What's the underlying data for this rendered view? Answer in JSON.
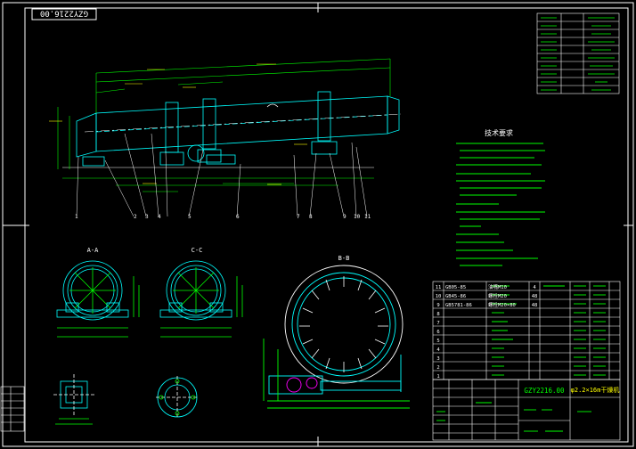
{
  "drawing": {
    "code_stamp": "GZY2216.00",
    "title_code": "GZY2216.00",
    "title_name": "φ2.2×16m干燥机",
    "section_aa": "A-A",
    "section_cc": "C-C",
    "section_bb": "B-B",
    "tech_title": "技术要求",
    "parts_rows": [
      {
        "no": "11",
        "code": "GB05-85",
        "name": "油嘴M10",
        "qty": "4",
        "mat": "",
        "w1": "",
        "w2": ""
      },
      {
        "no": "10",
        "code": "GB45-86",
        "name": "螺栓M20",
        "qty": "48",
        "mat": "",
        "w1": "",
        "w2": ""
      },
      {
        "no": "9",
        "code": "GB5781-86",
        "name": "螺栓M20×80",
        "qty": "48",
        "mat": "",
        "w1": "",
        "w2": ""
      },
      {
        "no": "8",
        "code": "",
        "name": "",
        "qty": "",
        "mat": "",
        "w1": "",
        "w2": ""
      },
      {
        "no": "7",
        "code": "",
        "name": "",
        "qty": "",
        "mat": "",
        "w1": "",
        "w2": ""
      },
      {
        "no": "6",
        "code": "",
        "name": "",
        "qty": "",
        "mat": "",
        "w1": "",
        "w2": ""
      },
      {
        "no": "5",
        "code": "",
        "name": "",
        "qty": "",
        "mat": "",
        "w1": "",
        "w2": ""
      },
      {
        "no": "4",
        "code": "",
        "name": "",
        "qty": "",
        "mat": "",
        "w1": "",
        "w2": ""
      },
      {
        "no": "3",
        "code": "",
        "name": "",
        "qty": "",
        "mat": "",
        "w1": "",
        "w2": ""
      },
      {
        "no": "2",
        "code": "",
        "name": "",
        "qty": "",
        "mat": "",
        "w1": "",
        "w2": ""
      },
      {
        "no": "1",
        "code": "",
        "name": "",
        "qty": "",
        "mat": "",
        "w1": "",
        "w2": ""
      }
    ],
    "balloons": [
      "1",
      "2",
      "3",
      "4",
      "5",
      "6",
      "7",
      "8",
      "9",
      "10",
      "11"
    ],
    "colors": {
      "border": "#ffffff",
      "geometry": "#00ffff",
      "dims": "#00ff00",
      "text": "#ffff00",
      "highlight": "#ff00ff",
      "stamp": "#ffffff"
    }
  }
}
